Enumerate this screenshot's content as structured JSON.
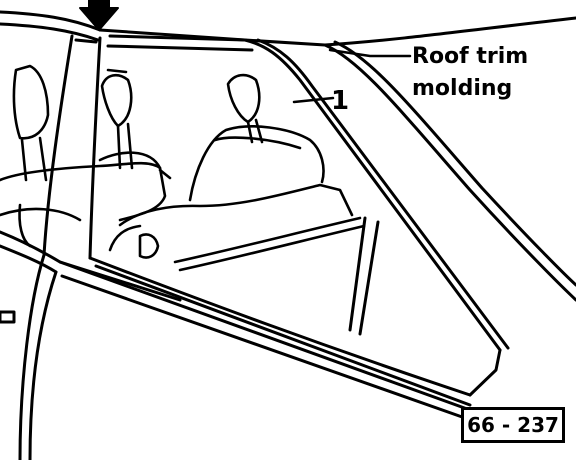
{
  "callouts": {
    "roof_trim_molding_line1": "Roof trim",
    "roof_trim_molding_line2": "molding",
    "part_number": "1"
  },
  "figure_number": "66 - 237",
  "colors": {
    "ink": "#000000",
    "paper": "#ffffff"
  },
  "icons": {
    "arrow": "down-arrow-icon"
  }
}
